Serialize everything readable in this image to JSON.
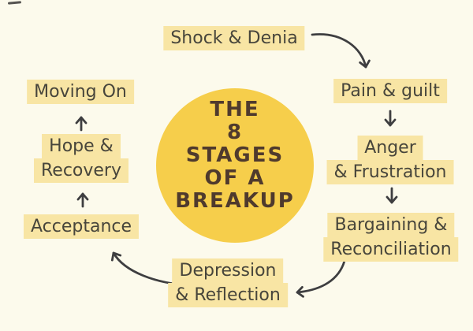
{
  "title_circle": {
    "lines": [
      "THE",
      "8",
      "STAGES",
      "OF A",
      "BREAKUP"
    ]
  },
  "stages": [
    {
      "id": "shock-denial",
      "lines": [
        "Shock & Denia"
      ]
    },
    {
      "id": "pain-guilt",
      "lines": [
        "Pain & guilt"
      ]
    },
    {
      "id": "anger-frustration",
      "lines": [
        "Anger",
        "& Frustration"
      ]
    },
    {
      "id": "bargaining-reconciliation",
      "lines": [
        "Bargaining &",
        "Reconciliation"
      ]
    },
    {
      "id": "depression-reflection",
      "lines": [
        "Depression",
        "& Reflection"
      ]
    },
    {
      "id": "acceptance",
      "lines": [
        "Acceptance"
      ]
    },
    {
      "id": "hope-recovery",
      "lines": [
        "Hope &",
        "Recovery"
      ]
    },
    {
      "id": "moving-on",
      "lines": [
        "Moving On"
      ]
    }
  ],
  "arrows": [
    {
      "name": "arrow-shock-to-pain",
      "from": "shock-denial",
      "to": "pain-guilt"
    },
    {
      "name": "arrow-pain-to-anger",
      "from": "pain-guilt",
      "to": "anger-frustration"
    },
    {
      "name": "arrow-anger-to-bargaining",
      "from": "anger-frustration",
      "to": "bargaining-reconciliation"
    },
    {
      "name": "arrow-bargaining-to-depression",
      "from": "bargaining-reconciliation",
      "to": "depression-reflection"
    },
    {
      "name": "arrow-depression-to-acceptance",
      "from": "depression-reflection",
      "to": "acceptance"
    },
    {
      "name": "arrow-acceptance-to-hope",
      "from": "acceptance",
      "to": "hope-recovery"
    },
    {
      "name": "arrow-hope-to-moving-on",
      "from": "hope-recovery",
      "to": "moving-on"
    }
  ],
  "colors": {
    "background": "#FCFAEC",
    "highlight": "#F8E5A4",
    "circle": "#F6CE4B",
    "circle_text": "#4F3A2D",
    "label_text": "#47453B",
    "arrow": "#3E3E40"
  }
}
